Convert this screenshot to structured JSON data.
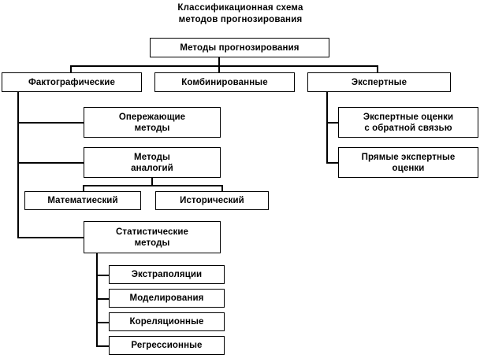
{
  "diagram": {
    "title": "Классификационная схема\nметодов прогнозирования",
    "root": {
      "label": "Методы прогнозирования"
    },
    "level2": [
      {
        "label": "Фактографические"
      },
      {
        "label": "Комбинированные"
      },
      {
        "label": "Экспертные"
      }
    ],
    "factographic_children": [
      {
        "label": "Опережающие\nметоды"
      },
      {
        "label": "Методы\nаналогий"
      },
      {
        "label": "Статистические\nметоды"
      }
    ],
    "analogy_children": [
      {
        "label": "Математиеский"
      },
      {
        "label": "Исторический"
      }
    ],
    "statistical_children": [
      {
        "label": "Экстраполяции"
      },
      {
        "label": "Моделирования"
      },
      {
        "label": "Кореляционные"
      },
      {
        "label": "Регрессионные"
      }
    ],
    "expert_children": [
      {
        "label": "Экспертные оценки\nс обратной связью"
      },
      {
        "label": "Прямые экспертные\nоценки"
      }
    ],
    "colors": {
      "border": "#000000",
      "background": "#ffffff",
      "text": "#000000"
    }
  }
}
